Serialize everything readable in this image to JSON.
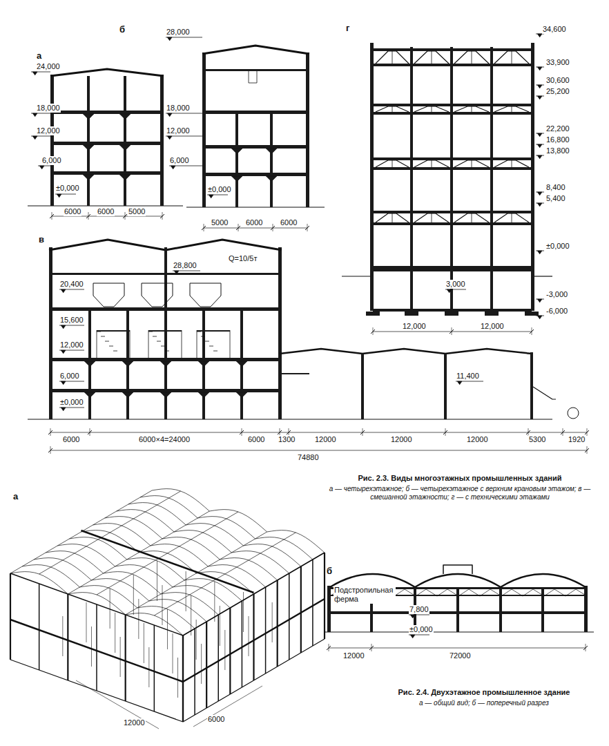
{
  "diagram": {
    "labels": [
      "а",
      "24,000",
      "18,000",
      "12,000",
      "6,000",
      "±0,000",
      "6000",
      "6000",
      "5000",
      "б",
      "28,000",
      "18,000",
      "12,000",
      "6,000",
      "±0,000",
      "5000",
      "6000",
      "6000",
      "г",
      "34,600",
      "33,900",
      "30,600",
      "25,200",
      "22,200",
      "16,800",
      "13,800",
      "8,400",
      "5,400",
      "±0,000",
      "3,000",
      "-3,000",
      "-6,000",
      "12,000",
      "12,000",
      "в",
      "28,800",
      "Q=10/5т",
      "20,400",
      "15,600",
      "12,000",
      "6,000",
      "±0,000",
      "11,400",
      "6000",
      "6000×4=24000",
      "6000",
      "1300",
      "12000",
      "12000",
      "12000",
      "5300",
      "1920",
      "74880",
      "Рис. 2.3. Виды многоэтажных промышленных зданий",
      "а — четырехэтажное; б — четырехэтажное с верхним крановым этажом; в — смешанной этажности; г — с техническими этажами",
      "а",
      "12000",
      "6000",
      "б",
      "Подстропильная ферма",
      "7,800",
      "±0,000",
      "12000",
      "72000",
      "Рис. 2.4. Двухэтажное промышленное здание",
      "а — общий вид; б — поперечный разрез"
    ]
  }
}
